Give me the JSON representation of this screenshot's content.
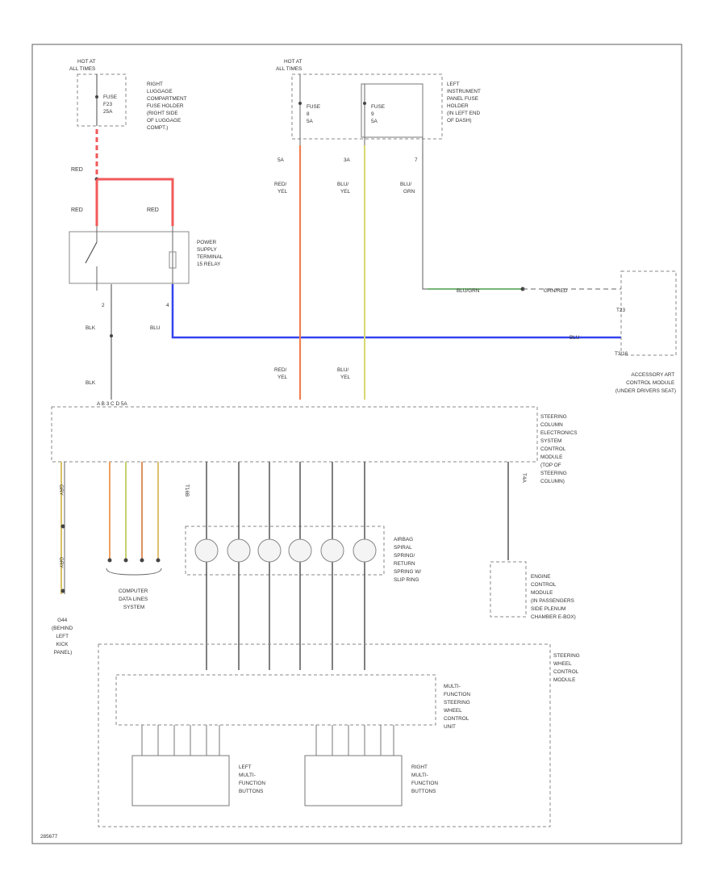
{
  "fuse_left": {
    "hot_at": [
      "HOT AT",
      "ALL TIMES"
    ],
    "fuse": [
      "FUSE",
      "F23",
      "25A"
    ],
    "holder": [
      "RIGHT",
      "LUGGAGE",
      "COMPARTMENT",
      "FUSE HOLDER",
      "(RIGHT SIDE",
      "OF LUGGAGE",
      "COMPT.)"
    ]
  },
  "fuse_mid": {
    "hot_at": [
      "HOT AT",
      "ALL TIMES"
    ],
    "fuse1": [
      "FUSE",
      "8",
      "5A"
    ],
    "fuse2": [
      "FUSE",
      "9",
      "5A"
    ],
    "holder": [
      "LEFT",
      "INSTRUMENT",
      "PANEL FUSE",
      "HOLDER",
      "(IN LEFT END",
      "OF DASH)"
    ]
  },
  "relay": {
    "label": [
      "POWER",
      "SUPPLY",
      "TERMINAL",
      "15 RELAY"
    ],
    "pin_left": "2",
    "pin_right": "4"
  },
  "wires": {
    "red_top": "RED",
    "red_l": "RED",
    "red_r": "RED",
    "blk_relay": "BLK",
    "blk_lower": "BLK",
    "blu": "BLU",
    "pin_5a": "5A",
    "pin_3a": "3A",
    "pin_7": "7",
    "red_yel": [
      "RED/",
      "YEL"
    ],
    "blu_yel": [
      "BLU/",
      "YEL"
    ],
    "blu_grn": [
      "BLU/",
      "GRN"
    ],
    "red_yel2": [
      "RED/",
      "YEL"
    ],
    "blu_yel2": [
      "BLU/",
      "YEL"
    ],
    "blu_grn_h": "BLU/GRN",
    "grn_rd": "GRN/RED",
    "blu_h": "BLU",
    "gray1": "GRY",
    "gray2": "GRY"
  },
  "acc_module": {
    "pin1": "T23",
    "pin2": "T3/16",
    "label": [
      "ACCESSORY ART",
      "CONTROL MODULE",
      "(UNDER DRIVERS SEAT)"
    ]
  },
  "steering_column": {
    "top_pins": "A  B     3     C  D  5A",
    "label": [
      "STEERING",
      "COLUMN",
      "ELECTRONICS",
      "SYSTEM",
      "CONTROL",
      "MODULE",
      "(TOP OF",
      "STEERING",
      "COLUMN)"
    ],
    "pin_left": "T16B",
    "pin_right": "T4A"
  },
  "airbag": {
    "label": [
      "AIRBAG",
      "SPIRAL",
      "SPRING/",
      "RETURN",
      "SPRING W/",
      "SLIP RING"
    ]
  },
  "engine_module": {
    "label": [
      "ENGINE",
      "CONTROL",
      "MODULE",
      "(IN PASSENGERS",
      "SIDE PLENUM",
      "CHAMBER E-BOX)"
    ]
  },
  "ground": {
    "label": [
      "G44",
      "(BEHIND",
      "LEFT",
      "KICK",
      "PANEL)"
    ]
  },
  "data_lines": {
    "label": [
      "COMPUTER",
      "DATA LINES",
      "SYSTEM"
    ]
  },
  "steering_wheel": {
    "label": [
      "STEERING",
      "WHEEL",
      "CONTROL",
      "MODULE"
    ]
  },
  "mf_unit": {
    "label": [
      "MULTI-",
      "FUNCTION",
      "STEERING",
      "WHEEL",
      "CONTROL",
      "UNIT"
    ]
  },
  "left_buttons": {
    "label": [
      "LEFT",
      "MULTI-",
      "FUNCTION",
      "BUTTONS"
    ]
  },
  "right_buttons": {
    "label": [
      "RIGHT",
      "MULTI-",
      "FUNCTION",
      "BUTTONS"
    ]
  },
  "footer_id": "285677",
  "colors": {
    "red": "#f25a5a",
    "blue": "#3344ee",
    "orange": "#f08050",
    "yellow": "#d8d870",
    "green": "#55aa55",
    "gray": "#555555"
  }
}
